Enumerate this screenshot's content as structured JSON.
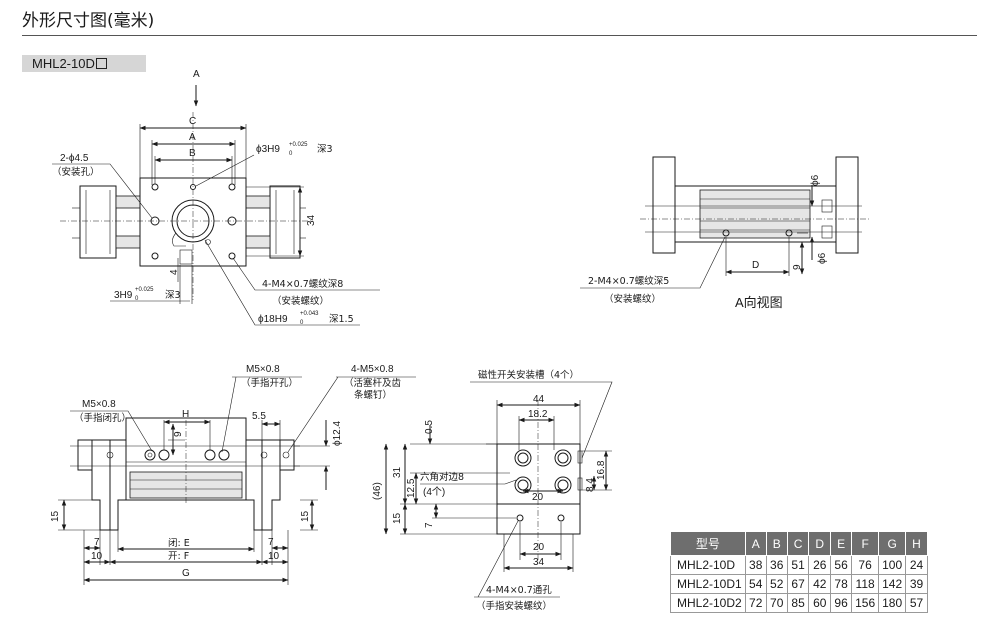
{
  "title": "外形尺寸图(毫米)",
  "model": "MHL2-10D",
  "top_view": {
    "arrow": "A",
    "dims": {
      "c": "C",
      "a": "A",
      "b": "B",
      "h34": "34",
      "h4": "4"
    },
    "callouts": {
      "pin_hole": "2-ϕ4.5",
      "pin_hole_note": "（安装孔）",
      "bore_3": "ϕ3H9",
      "bore_3_tol": "+0.025",
      "bore_3_tol0": "0",
      "bore_3_depth": "深3",
      "thread": "4-M4×0.7螺纹深8",
      "thread_note": "（安装螺纹）",
      "bore_18": "ϕ18H9",
      "bore_18_tol": "+0.043",
      "bore_18_tol0": "0",
      "bore_18_depth": "深1.5",
      "slot": "3H9",
      "slot_tol": "+0.025",
      "slot_tol0": "0",
      "slot_depth": "深3"
    }
  },
  "side_view_a": {
    "caption": "A向视图",
    "dims": {
      "d": "D",
      "d6a": "ϕ6",
      "d6b": "ϕ6",
      "h9": "9"
    },
    "callouts": {
      "thread": "2-M4×0.7螺纹深5",
      "thread_note": "（安装螺纹）"
    }
  },
  "front_view": {
    "dims": {
      "h": "H",
      "h9": "9",
      "w55": "5.5",
      "d124": "ϕ12.4",
      "h15": "15",
      "w7a": "7",
      "w10a": "10",
      "closed": "闭: E",
      "open": "开: F",
      "g": "G",
      "w7b": "7",
      "w10b": "10",
      "h15b": "15"
    },
    "callouts": {
      "port_open": "M5×0.8",
      "port_open_note": "（手指开孔）",
      "port_close": "M5×0.8",
      "port_close_note": "（手指闭孔）",
      "piston": "4-M5×0.8",
      "piston_note1": "（活塞杆及齿",
      "piston_note2": "条螺钉）"
    }
  },
  "end_view": {
    "dims": {
      "w44": "44",
      "w182": "18.2",
      "h05": "0.5",
      "h31": "31",
      "h125": "12.5",
      "h46": "(46)",
      "h15": "15",
      "h7": "7",
      "w20a": "20",
      "w20b": "20",
      "w34": "34",
      "h168": "16.8",
      "h84": "8.4"
    },
    "callouts": {
      "switch_slot": "磁性开关安装槽（4个）",
      "hex": "六角对边8",
      "hex_qty": "(4个)",
      "thru": "4-M4×0.7通孔",
      "thru_note": "（手指安装螺纹）"
    }
  },
  "table": {
    "headers": [
      "型号",
      "A",
      "B",
      "C",
      "D",
      "E",
      "F",
      "G",
      "H"
    ],
    "rows": [
      [
        "MHL2-10D",
        "38",
        "36",
        "51",
        "26",
        "56",
        "76",
        "100",
        "24"
      ],
      [
        "MHL2-10D1",
        "54",
        "52",
        "67",
        "42",
        "78",
        "118",
        "142",
        "39"
      ],
      [
        "MHL2-10D2",
        "72",
        "70",
        "85",
        "60",
        "96",
        "156",
        "180",
        "57"
      ]
    ]
  }
}
